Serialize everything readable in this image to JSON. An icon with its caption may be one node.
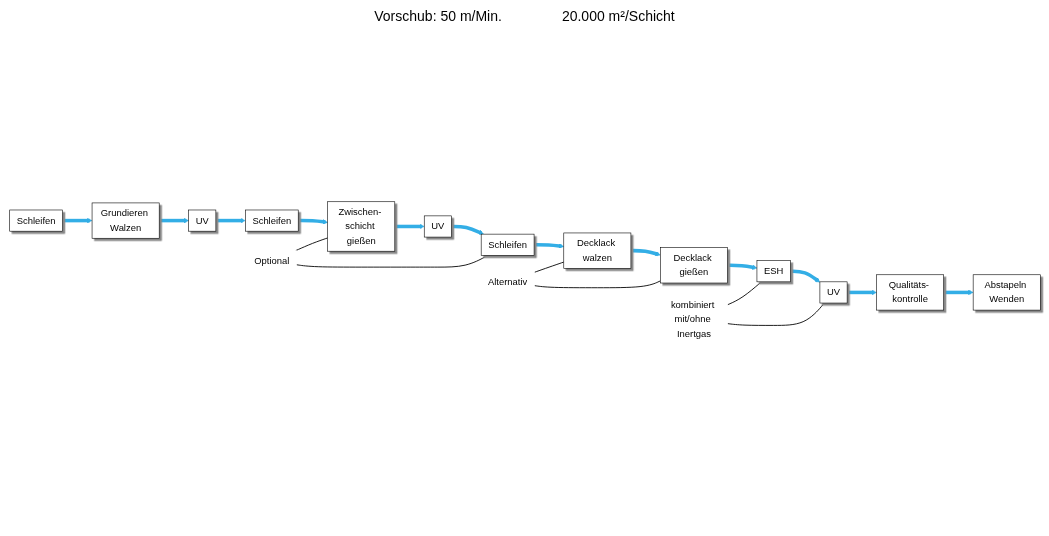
{
  "diagram": {
    "nodes": [
      {
        "text": [
          "Schleifen"
        ]
      },
      {
        "text": [
          "Grundieren Walzen"
        ]
      },
      {
        "text": [
          "UV"
        ]
      },
      {
        "text": [
          "Schleifen"
        ]
      },
      {
        "text": [
          "Zwischen- schicht gießen"
        ]
      },
      {
        "text": [
          "UV"
        ]
      },
      {
        "text": [
          "Schleifen"
        ]
      },
      {
        "text": [
          "Decklack walzen"
        ]
      },
      {
        "text": [
          "Decklack gießen"
        ]
      },
      {
        "text": [
          "ESH"
        ]
      },
      {
        "text": [
          "UV"
        ]
      },
      {
        "text": [
          "Qualitäts- kontrolle"
        ]
      },
      {
        "text": [
          "Abstapeln Wenden"
        ]
      },
      {
        "text": [
          "Optional"
        ]
      },
      {
        "text": [
          "Alternativ"
        ]
      },
      {
        "text": [
          "kombiniert mit/ohne Inertgas"
        ]
      }
    ],
    "edges": [
      {
        "from": 0,
        "to": 1,
        "arrow": "to"
      },
      {
        "from": 1,
        "to": 2,
        "arrow": "to"
      },
      {
        "from": 2,
        "to": 3,
        "arrow": "to"
      },
      {
        "from": 3,
        "to": 4,
        "arrow": "to"
      },
      {
        "from": 4,
        "to": 5,
        "arrow": "to"
      },
      {
        "from": 5,
        "to": 6,
        "arrow": "to"
      },
      {
        "from": 6,
        "to": 7,
        "arrow": "to"
      },
      {
        "from": 7,
        "to": 8,
        "arrow": "to"
      },
      {
        "from": 8,
        "to": 9,
        "arrow": "to"
      },
      {
        "from": 9,
        "to": 10,
        "arrow": "to"
      },
      {
        "from": 10,
        "to": 11,
        "arrow": "to"
      },
      {
        "from": 11,
        "to": 12,
        "arrow": "to"
      },
      {
        "from": 13,
        "to": 6,
        "arrow": "none",
        "color": "#000000"
      },
      {
        "from": 13,
        "to": 4,
        "arrow": "none",
        "color": "#000000"
      },
      {
        "from": 14,
        "to": 7,
        "arrow": "none",
        "color": "#000000"
      },
      {
        "from": 14,
        "to": 8,
        "arrow": "none",
        "color": "#000000"
      },
      {
        "from": 15,
        "to": 9,
        "arrow": "none",
        "color": "#000000"
      },
      {
        "from": 15,
        "to": 10,
        "arrow": "none",
        "color": "#000000"
      }
    ],
    "labels": [
      "Vorschub: 50 m/Min.",
      "20.000 m²/Schicht"
    ]
  }
}
